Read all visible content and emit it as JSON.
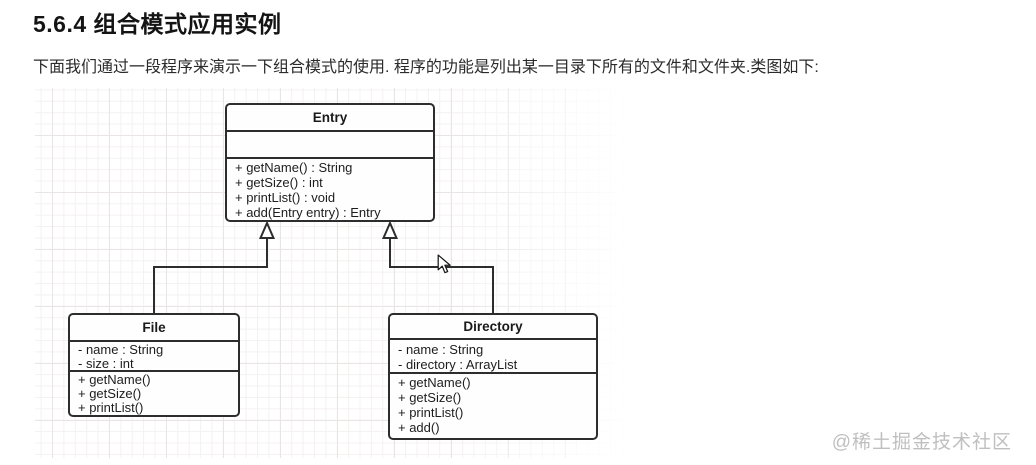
{
  "page": {
    "heading": "5.6.4 组合模式应用实例",
    "paragraph": "下面我们通过一段程序来演示一下组合模式的使用. 程序的功能是列出某一目录下所有的文件和文件夹.类图如下:",
    "watermark": "@稀土掘金技术社区"
  },
  "diagram": {
    "type": "uml-class-diagram",
    "classes": [
      {
        "name": "Entry",
        "attributes": [],
        "methods": [
          "+ getName() : String",
          "+ getSize() : int",
          "+ printList() : void",
          "+ add(Entry entry) : Entry"
        ]
      },
      {
        "name": "File",
        "attributes": [
          "- name : String",
          "- size : int"
        ],
        "methods": [
          "+ getName()",
          "+ getSize()",
          "+ printList()"
        ]
      },
      {
        "name": "Directory",
        "attributes": [
          "- name : String",
          "- directory : ArrayList"
        ],
        "methods": [
          "+ getName()",
          "+ getSize()",
          "+ printList()",
          "+ add()"
        ]
      }
    ],
    "relations": [
      {
        "from": "File",
        "to": "Entry",
        "type": "inheritance"
      },
      {
        "from": "Directory",
        "to": "Entry",
        "type": "inheritance"
      }
    ]
  },
  "colors": {
    "box_border": "#2d2d2d",
    "box_fill": "#fefefe",
    "grid_minor": "#f4f1f1",
    "grid_major": "#e9e5e5",
    "text": "#1d1d1d",
    "watermark": "#bfbfbf"
  }
}
